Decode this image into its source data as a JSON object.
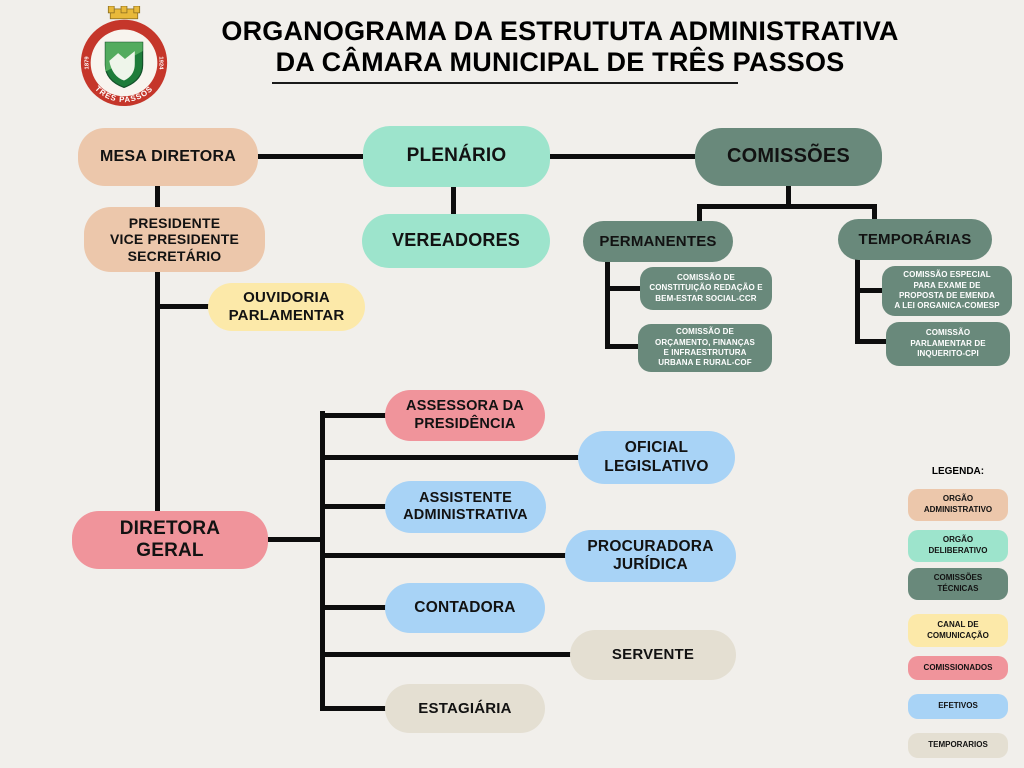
{
  "title": {
    "line1": "ORGANOGRAMA DA ESTRUTUTA ADMINISTRATIVA",
    "line2": "DA CÂMARA MUNICIPAL DE TRÊS PASSOS"
  },
  "logo": {
    "bottom_text": "TRÊS PASSOS",
    "left_year": "1879",
    "right_year": "1924"
  },
  "palette": {
    "orgao_administrativo": "#ecc7ab",
    "orgao_deliberativo": "#9de4cc",
    "comissoes_tecnicas": "#69897b",
    "canal_comunicacao": "#fce9a9",
    "comissionados": "#f0949b",
    "efetivos": "#a8d3f6",
    "temporarios": "#e4dfd2",
    "connector": "#0d0d0d",
    "background": "#f1efeb"
  },
  "nodes": {
    "mesa_diretora": {
      "label": "MESA DIRETORA",
      "type": "orgao_administrativo"
    },
    "plenario": {
      "label": "PLENÁRIO",
      "type": "orgao_deliberativo"
    },
    "comissoes": {
      "label": "COMISSÕES",
      "type": "comissoes_tecnicas"
    },
    "presidente": {
      "label": "PRESIDENTE\nVICE PRESIDENTE\nSECRETÁRIO",
      "type": "orgao_administrativo"
    },
    "vereadores": {
      "label": "VEREADORES",
      "type": "orgao_deliberativo"
    },
    "permanentes": {
      "label": "PERMANENTES",
      "type": "comissoes_tecnicas"
    },
    "temporarias": {
      "label": "TEMPORÁRIAS",
      "type": "comissoes_tecnicas"
    },
    "ouvidoria": {
      "label": "OUVIDORIA\nPARLAMENTAR",
      "type": "canal_comunicacao"
    },
    "comissao_ccr": {
      "label": "COMISSÃO DE\nCONSTITUIÇÃO REDAÇÃO E\nBEM-ESTAR SOCIAL-CCR",
      "type": "comissoes_tecnicas"
    },
    "comissao_cof": {
      "label": "COMISSÃO DE\nORÇAMENTO, FINANÇAS\nE INFRAESTRUTURA\nURBANA E RURAL-COF",
      "type": "comissoes_tecnicas"
    },
    "comissao_comesp": {
      "label": "COMISSÃO ESPECIAL\nPARA EXAME DE\nPROPOSTA DE EMENDA\nA LEI ORGANICA-COMESP",
      "type": "comissoes_tecnicas"
    },
    "comissao_cpi": {
      "label": "COMISSÃO\nPARLAMENTAR DE\nINQUERITO-CPI",
      "type": "comissoes_tecnicas"
    },
    "assessora_presidencia": {
      "label": "ASSESSORA DA\nPRESIDÊNCIA",
      "type": "comissionados"
    },
    "oficial_legislativo": {
      "label": "OFICIAL\nLEGISLATIVO",
      "type": "efetivos"
    },
    "assistente_administrativa": {
      "label": "ASSISTENTE\nADMINISTRATIVA",
      "type": "efetivos"
    },
    "procuradora_juridica": {
      "label": "PROCURADORA\nJURÍDICA",
      "type": "efetivos"
    },
    "diretora_geral": {
      "label": "DIRETORA\nGERAL",
      "type": "comissionados"
    },
    "contadora": {
      "label": "CONTADORA",
      "type": "efetivos"
    },
    "servente": {
      "label": "SERVENTE",
      "type": "temporarios"
    },
    "estagiaria": {
      "label": "ESTAGIÁRIA",
      "type": "temporarios"
    }
  },
  "legend": {
    "title": "LEGENDA:",
    "items": [
      {
        "label": "ORGÃO\nADMINISTRATIVO",
        "color": "#ecc7ab"
      },
      {
        "label": "ORGÃO\nDELIBERATIVO",
        "color": "#9de4cc"
      },
      {
        "label": "COMISSÕES\nTÉCNICAS",
        "color": "#69897b"
      },
      {
        "label": "CANAL DE\nCOMUNICAÇÃO",
        "color": "#fce9a9"
      },
      {
        "label": "COMISSIONADOS",
        "color": "#f0949b"
      },
      {
        "label": "EFETIVOS",
        "color": "#a8d3f6"
      },
      {
        "label": "TEMPORARIOS",
        "color": "#e4dfd2"
      }
    ]
  }
}
